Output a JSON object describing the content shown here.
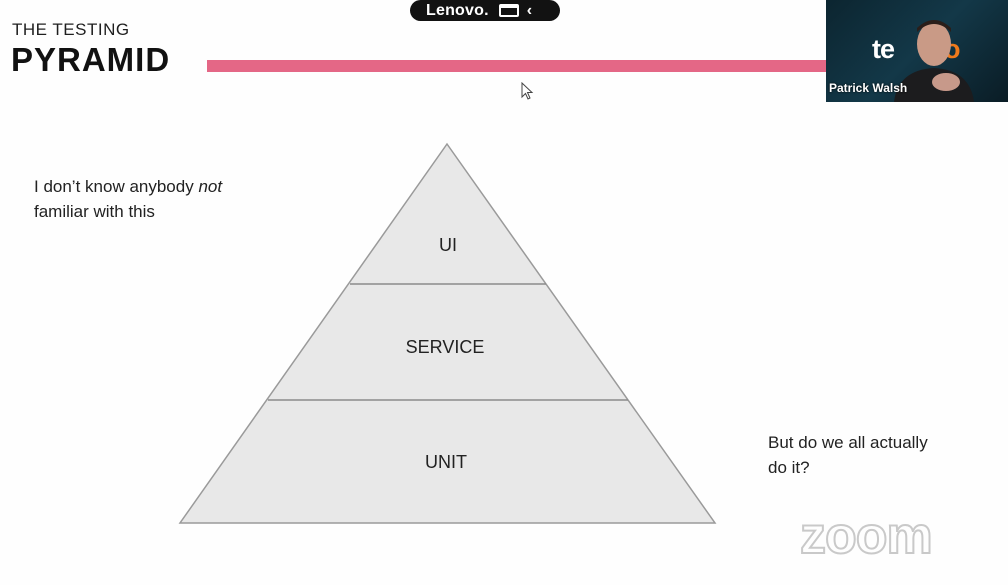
{
  "slide": {
    "title_small": "THE TESTING",
    "title_big": "PYRAMID",
    "left_note_line1_prefix": "I don’t know anybody ",
    "left_note_line1_emphasis": "not",
    "left_note_line2": "familiar with this",
    "right_note_line1": "But do we all actually",
    "right_note_line2": "do it?",
    "pyramid_layers": [
      "UI",
      "SERVICE",
      "UNIT"
    ],
    "accent_color": "#e46786"
  },
  "device_bar": {
    "brand": "Lenovo."
  },
  "video_tile": {
    "participant_name": "Patrick Walsh",
    "brand_text": "te",
    "brand_accent": "o"
  },
  "watermark": {
    "text": "zoom"
  }
}
